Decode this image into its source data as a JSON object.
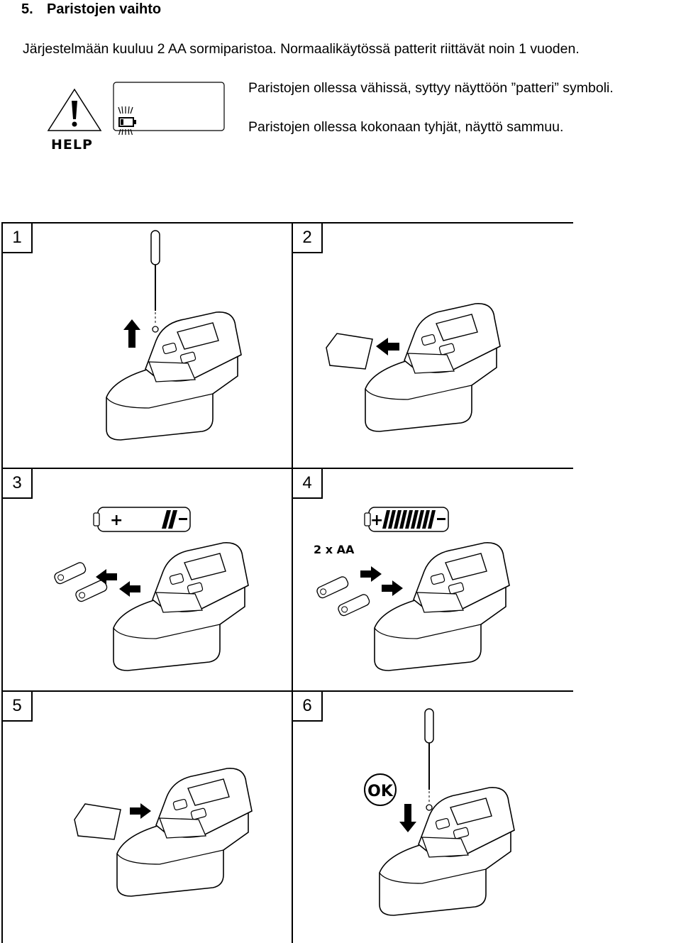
{
  "section": {
    "number": "5.",
    "title": "Paristojen vaihto"
  },
  "intro": "Järjestelmään kuuluu 2 AA sormiparistoa. Normaalikäytössä patterit riittävät noin 1 vuoden.",
  "low_battery_text": "Paristojen ollessa vähissä, syttyy näyttöön ”patteri” symboli.",
  "empty_battery_text": "Paristojen ollessa kokonaan tyhjät, näyttö sammuu.",
  "help_label": "HELP",
  "steps": [
    {
      "number": "1"
    },
    {
      "number": "2"
    },
    {
      "number": "3"
    },
    {
      "number": "4",
      "battery_label": "2 x AA"
    },
    {
      "number": "5"
    },
    {
      "number": "6",
      "ok_label": "OK"
    }
  ],
  "icons": [
    "warning-triangle-icon",
    "battery-low-icon",
    "screwdriver-icon",
    "arrow-icon",
    "aa-battery-icon",
    "ok-badge-icon"
  ]
}
